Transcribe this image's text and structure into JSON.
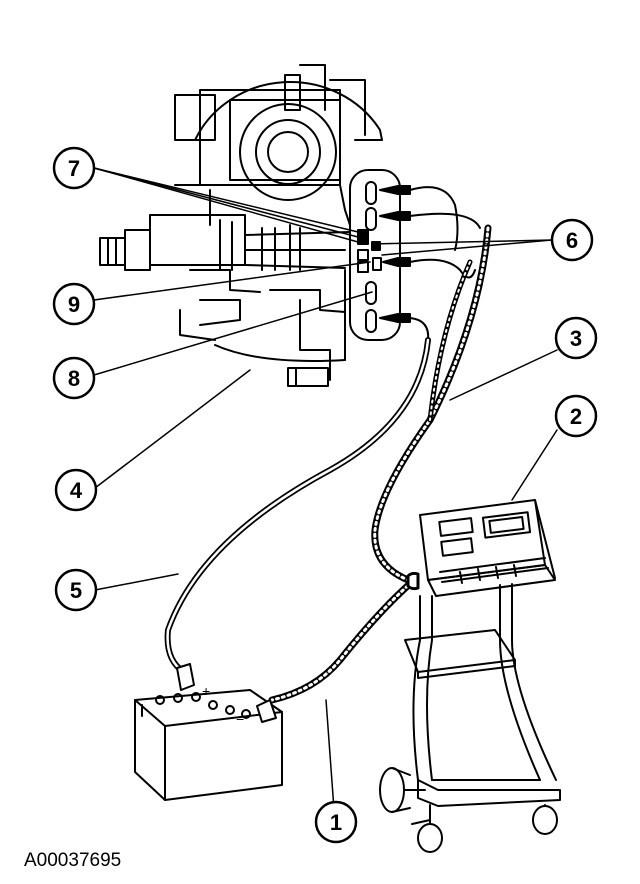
{
  "figure_id": "A00037695",
  "callouts": [
    "1",
    "2",
    "3",
    "4",
    "5",
    "6",
    "7",
    "8",
    "9"
  ],
  "battery_terminal_plus": "+",
  "battery_terminal_minus": "−"
}
